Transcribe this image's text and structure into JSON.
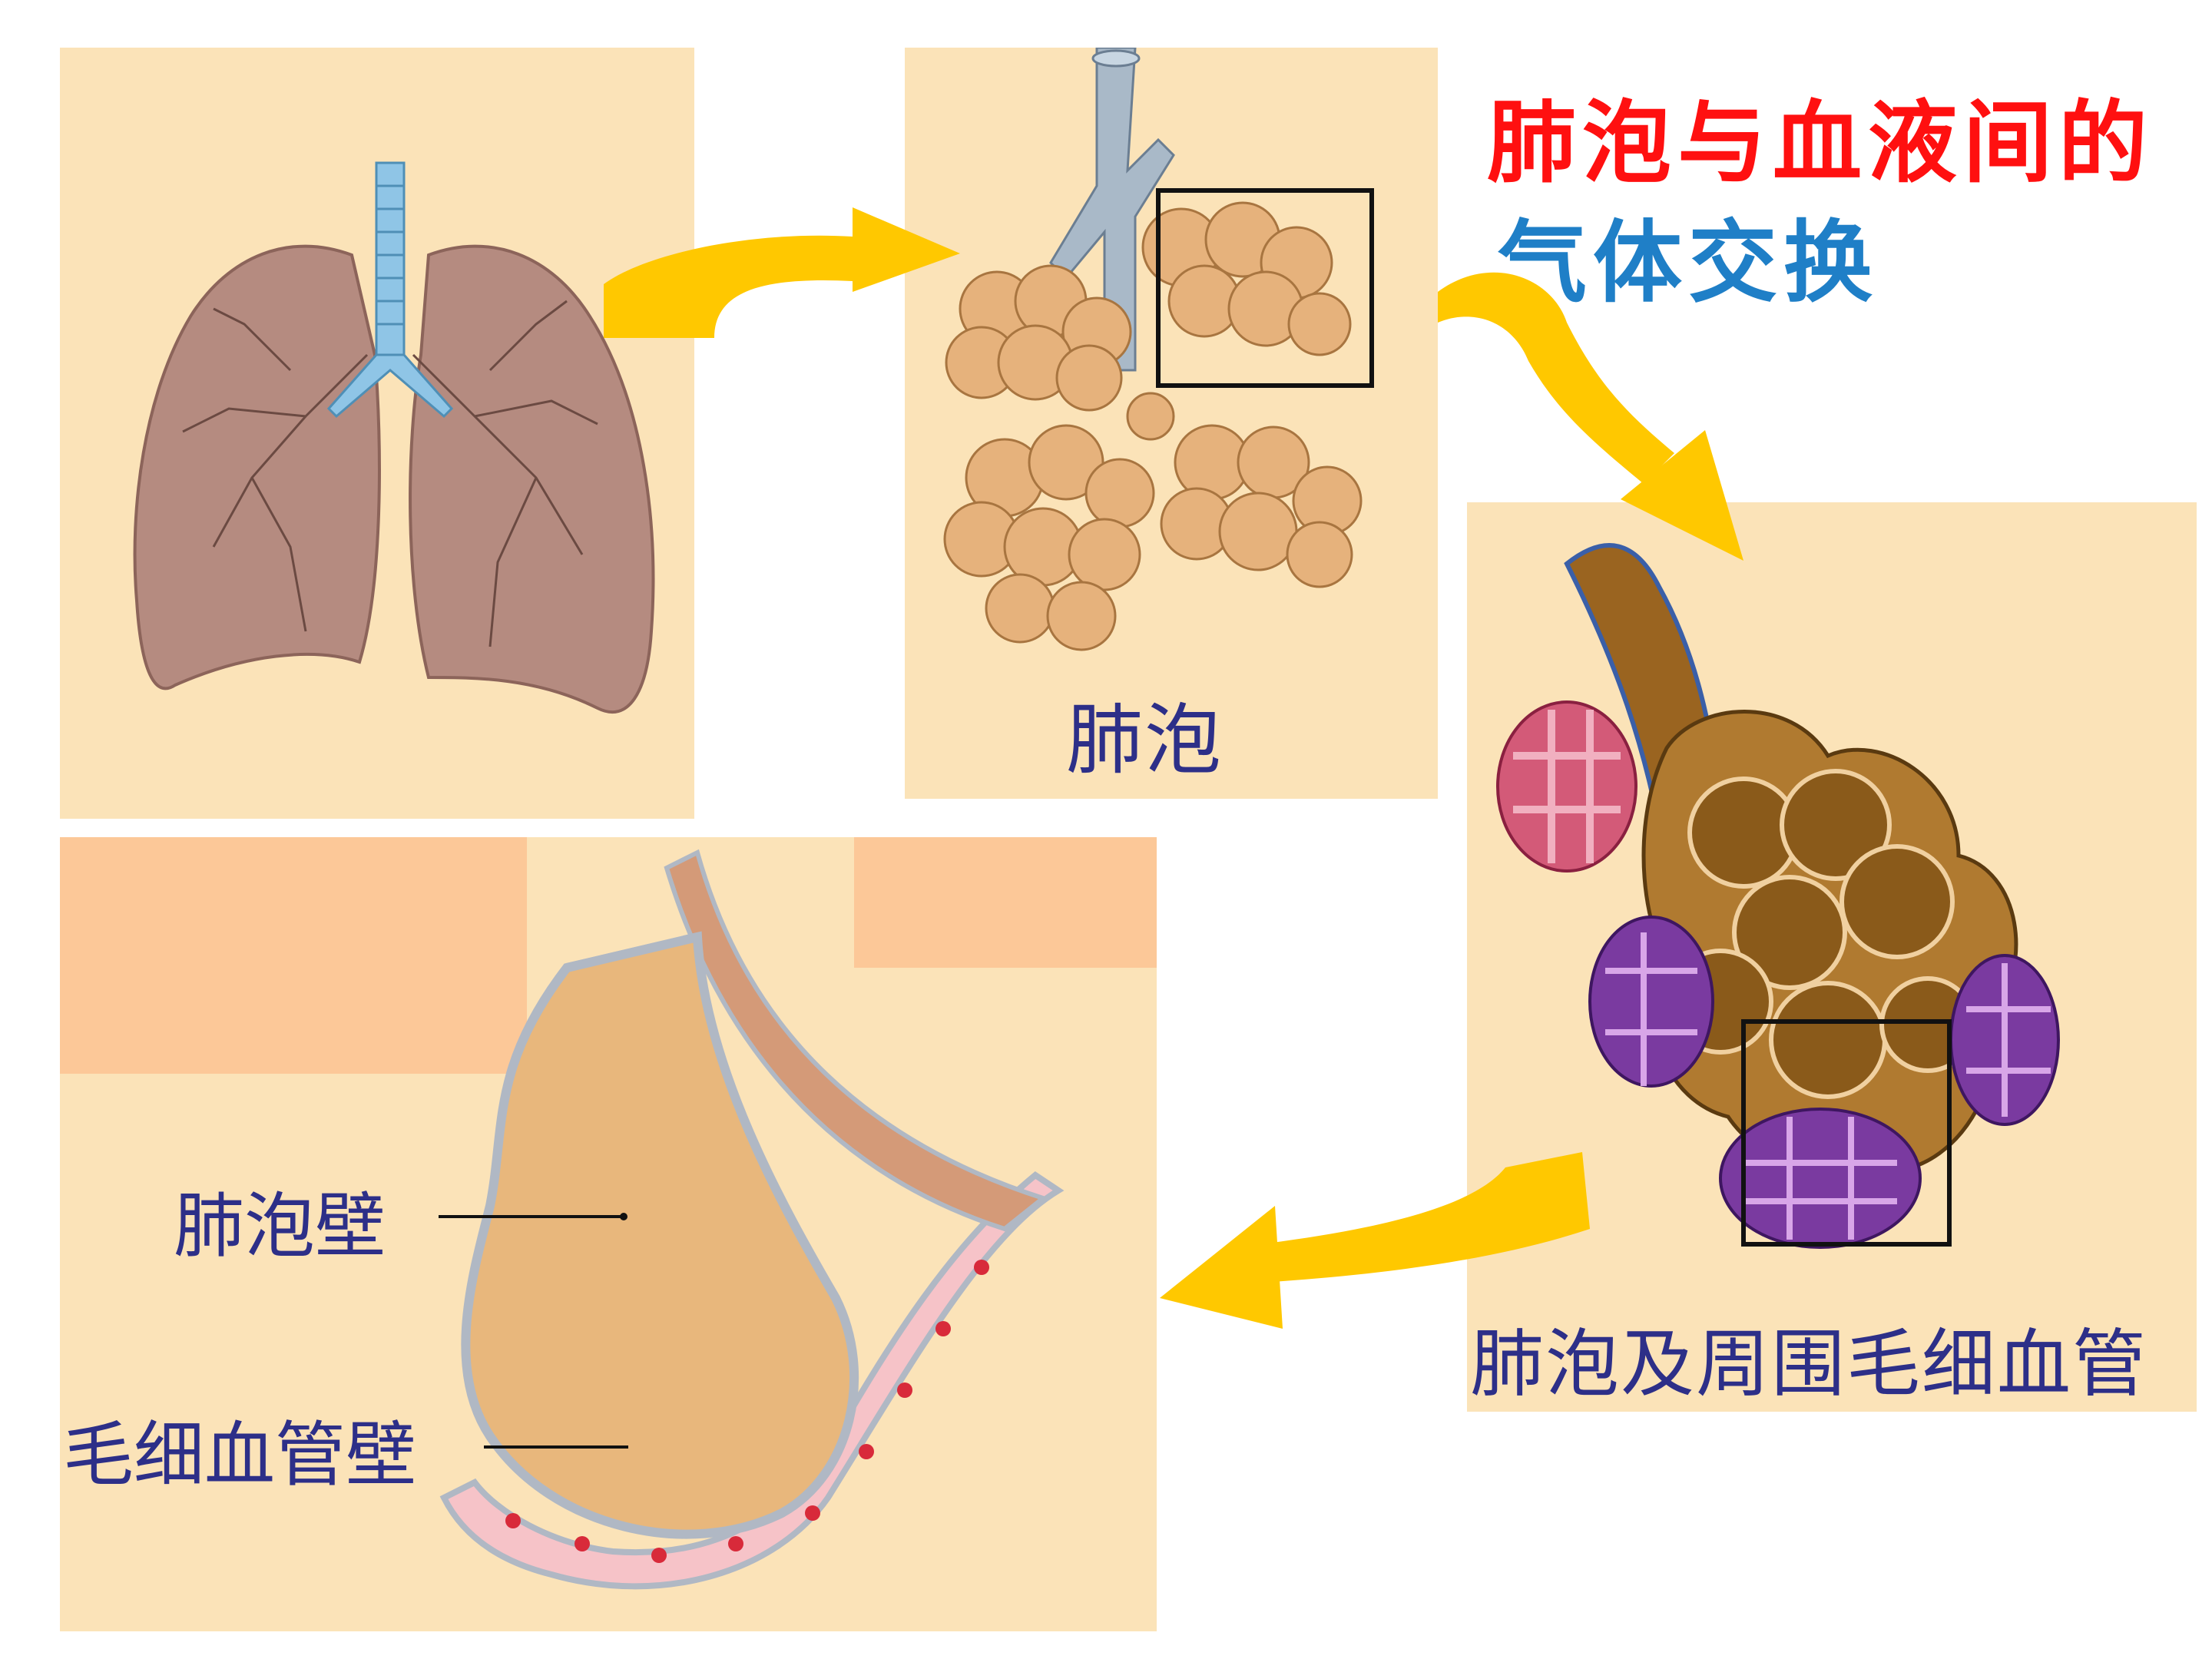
{
  "title": {
    "line1": "肺泡与血液间的",
    "line2": "气体交换",
    "line1_color": "#ff1010",
    "line2_color": "#1f7fc7"
  },
  "panels": {
    "lungs": {
      "caption": ""
    },
    "alveoli": {
      "caption": "肺泡"
    },
    "capillary": {
      "caption": "肺泡及周围毛细血管"
    },
    "section": {
      "labels": [
        "肺泡壁",
        "毛细血管壁"
      ]
    }
  },
  "colors": {
    "panel_bg": "#fbe3b8",
    "arrow": "#ffc800",
    "lung": "#b48a80",
    "trachea": "#8fc5e6",
    "alveolus": "#e6b27c",
    "capillary_red": "#c23c5a",
    "capillary_purple": "#7a3aa0",
    "accent_block": "#fcc898"
  }
}
